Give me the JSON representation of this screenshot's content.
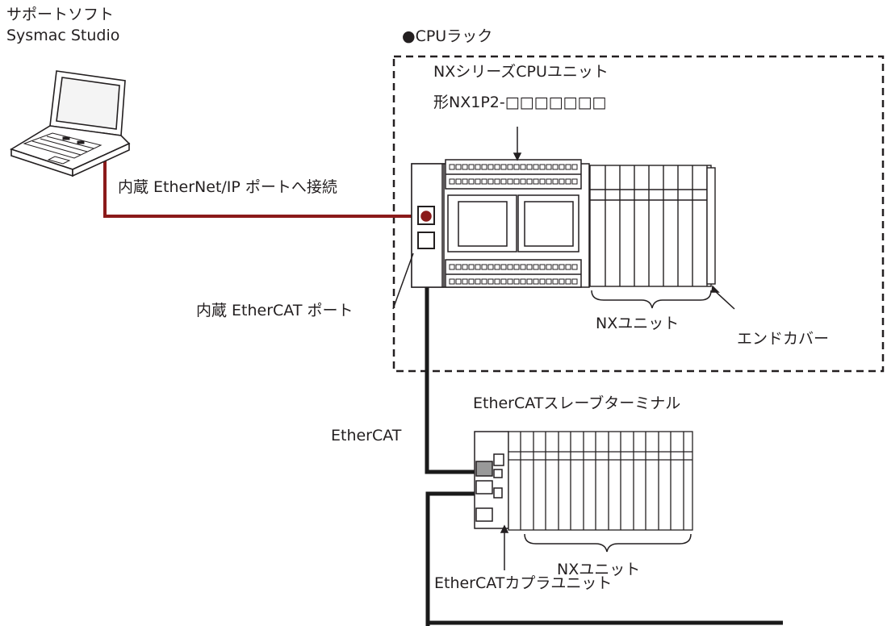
{
  "labels": {
    "software_line1": "サポートソフト",
    "software_line2": "Sysmac Studio",
    "cpu_rack": "●CPUラック",
    "cpu_unit_name": "NXシリーズCPUユニット",
    "cpu_unit_model": "形NX1P2-□□□□□□□",
    "ethernet_port": "内蔵 EtherNet/IP ポートへ接続",
    "ethercat_port": "内蔵 EtherCAT ポート",
    "nx_units_rack": "NXユニット",
    "end_cover": "エンドカバー",
    "slave_terminal": "EtherCATスレーブターミナル",
    "ethercat_cable": "EtherCAT",
    "nx_units_slave": "NXユニット",
    "coupler_unit": "EtherCATカプラユニット"
  },
  "colors": {
    "ethernet_cable": "#8b1a1a",
    "ethercat_cable": "#1a1a1a",
    "line": "#231f20",
    "rack_border": "#231f20"
  },
  "icons": {
    "laptop": "laptop-icon",
    "cpu_unit": "cpu-unit-icon",
    "slave_terminal": "slave-terminal-icon"
  }
}
